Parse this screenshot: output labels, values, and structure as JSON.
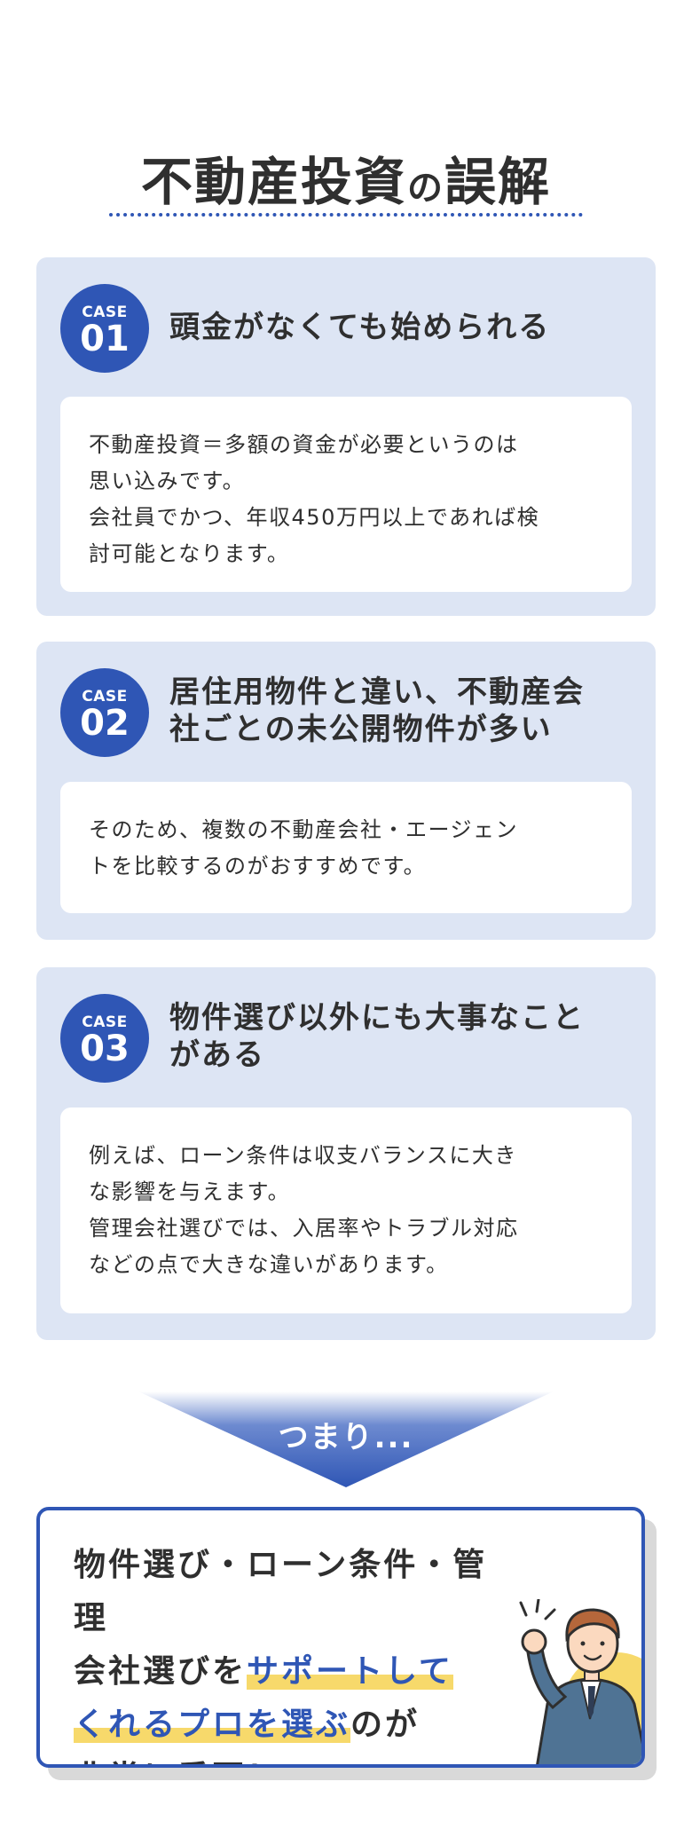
{
  "heading": {
    "main": "不動産投資",
    "connector": "の",
    "tail": "誤解"
  },
  "cases": [
    {
      "badge_label": "CASE",
      "badge_number": "01",
      "title_lines": [
        "頭金がなくても始められる"
      ],
      "body_lines": [
        "不動産投資＝多額の資金が必要というのは",
        "思い込みです。",
        "会社員でかつ、年収450万円以上であれば検",
        "討可能となります。"
      ]
    },
    {
      "badge_label": "CASE",
      "badge_number": "02",
      "title_lines": [
        "居住用物件と違い、不動産会",
        "社ごとの未公開物件が多い"
      ],
      "body_lines": [
        "そのため、複数の不動産会社・エージェン",
        "トを比較するのがおすすめです。"
      ]
    },
    {
      "badge_label": "CASE",
      "badge_number": "03",
      "title_lines": [
        "物件選び以外にも大事なこと",
        "がある"
      ],
      "body_lines": [
        "例えば、ローン条件は収支バランスに大き",
        "な影響を与えます。",
        "管理会社選びでは、入居率やトラブル対応",
        "などの点で大きな違いがあります。"
      ]
    }
  ],
  "arrow_label": "つまり...",
  "summary": {
    "line1": "物件選び・ローン条件・管理",
    "line2_plain": "会社選びを",
    "line2_highlight": "サポートして",
    "line3_highlight": "くれるプロを選ぶ",
    "line3_plain": "のが",
    "line4": "非常に重要！"
  },
  "colors": {
    "accent_blue": "#2f56b5",
    "card_background": "#dde5f4",
    "highlight_yellow": "#f7d96b",
    "text": "#2f2f2f"
  },
  "icons": [
    "businessman-illustration",
    "down-arrow-banner"
  ]
}
